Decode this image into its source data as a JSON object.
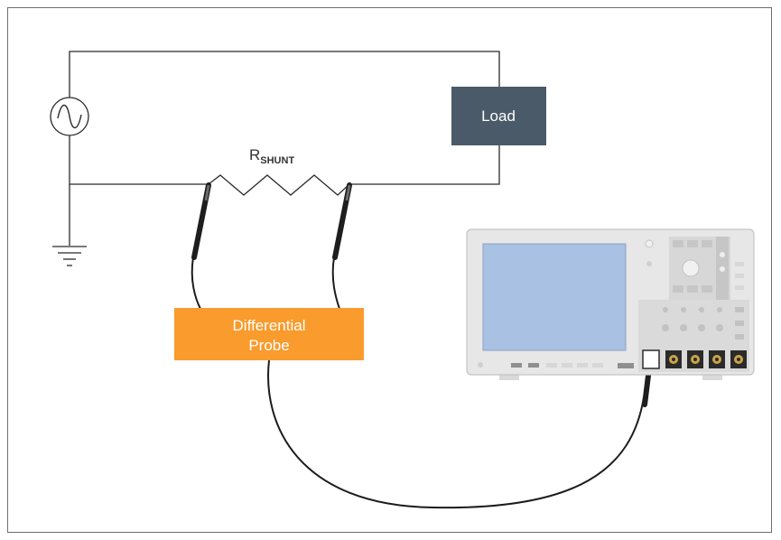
{
  "load": {
    "label": "Load",
    "color": "#4a5a69"
  },
  "resistor": {
    "label_main": "R",
    "label_sub": "SHUNT"
  },
  "probe": {
    "label_line1": "Differential",
    "label_line2": "Probe",
    "color": "#f99b2d"
  },
  "oscilloscope": {
    "screen_color": "#a9c1e2",
    "body_color": "#e7e7e7"
  },
  "colors": {
    "wire": "#2b2b2b",
    "cable": "#1c1c1c"
  },
  "icons": {
    "source": "ac-source-icon",
    "ground": "ground-icon"
  }
}
